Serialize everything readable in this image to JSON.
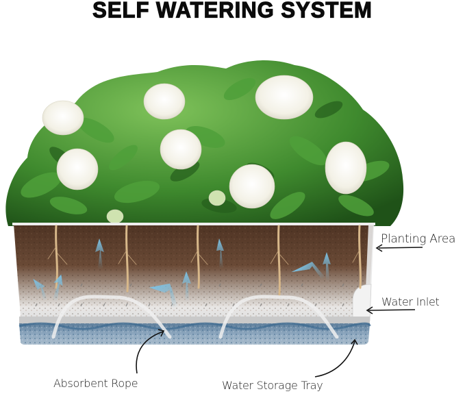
{
  "title": "SELF WATERING SYSTEM",
  "labels": {
    "planting_area": "Planting Area",
    "water_inlet": "Water Inlet",
    "absorbent_rope": "Absorbent Rope",
    "water_storage_tray": "Water Storage Tray"
  },
  "colors": {
    "soil": "#5a3b28",
    "foliage": "#3f8a2e",
    "flower": "#f6f4ec",
    "water": "#7e9cb6",
    "arrow": "#7cc3e6",
    "container": "#e6e6e6"
  },
  "illustration": {
    "subject": "gardenia plant in self-watering planter",
    "flower_count": 8,
    "root_count": 5,
    "upward_water_arrows": 8,
    "rope_arches": 2
  }
}
